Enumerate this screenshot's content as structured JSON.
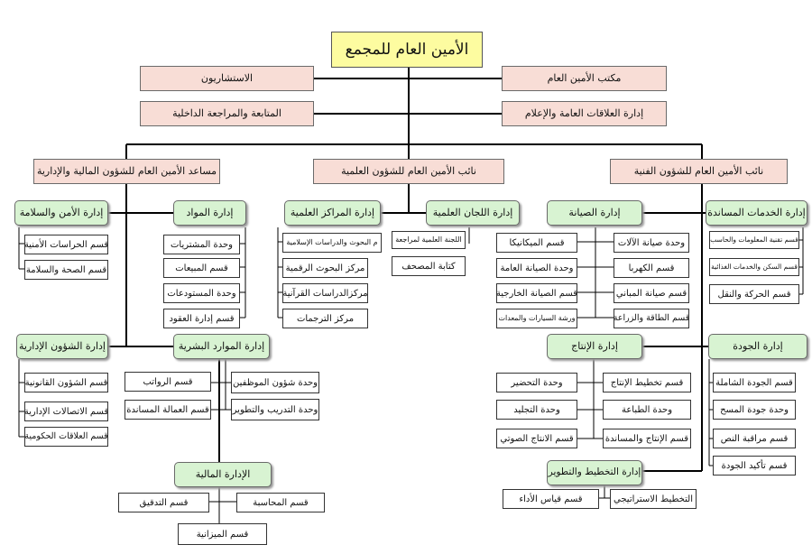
{
  "top": "الأمين العام للمجمع",
  "staff": {
    "advisors": "الاستشاريون",
    "sg_office": "مكتب الأمين العام",
    "audit": "المتابعة والمراجعة الداخلية",
    "pr": "إدارة العلاقات العامة والإعلام"
  },
  "deputies": {
    "admin": "مساعد الأمين العام للشؤون المالية والإدارية",
    "scientific": "نائب الأمين العام للشؤون العلمية",
    "technical": "نائب الأمين العام للشؤون الفنية"
  },
  "departments": {
    "security": "إدارة الأمن والسلامة",
    "materials": "إدارة المواد",
    "centers": "إدارة المراكز العلمية",
    "committees": "إدارة اللجان العلمية",
    "maintenance": "إدارة الصيانة",
    "support": "إدارة الخدمات المساندة",
    "admin_affairs": "إدارة الشؤون الإدارية",
    "hr": "إدارة الموارد البشرية",
    "production": "إدارة الإنتاج",
    "quality": "إدارة الجودة",
    "finance": "الإدارة المالية",
    "planning": "إدارة التخطيط والتطوير"
  },
  "units": {
    "security": [
      "قسم الحراسات الأمنية",
      "قسم الصحة والسلامة"
    ],
    "materials": [
      "وحدة المشتريات",
      "قسم المبيعات",
      "وحدة المستودعات",
      "قسم إدارة العقود"
    ],
    "centers": [
      "م البحوث والدراسات الإسلامية",
      "مركز البحوث الرقمية",
      "مركزالدراسات القرآنية",
      "مركز الترجمات"
    ],
    "committees": [
      "اللجنة العلمية لمراجعة",
      "كتابة المصحف"
    ],
    "maintenance_a": [
      "وحدة صيانة الآلات",
      "قسم الكهربا",
      "قسم صيانة المباني",
      "قسم الطاقة والزراعة"
    ],
    "maintenance_b": [
      "قسم الميكانيكا",
      "وحدة الصيانة العامة",
      "قسم الصيانة الخارجية",
      "ورشة السيارات والمعدات"
    ],
    "support": [
      "قسم تقنية المعلومات والحاسب",
      "قسم السكن والخدمات الغذائية",
      "قسم الحركة والنقل"
    ],
    "admin_affairs": [
      "قسم الشؤون القانونية",
      "قسم الاتصالات الإدارية",
      "قسم العلاقات الحكومية"
    ],
    "hr_a": [
      "وحدة شؤون الموظفين",
      "وحدة التدريب والتطوير"
    ],
    "hr_b": [
      "قسم الرواتب",
      "قسم العمالة المساندة"
    ],
    "production_a": [
      "قسم تخطيط الإنتاج",
      "وحدة الطباعة",
      "قسم الإنتاج والمساندة"
    ],
    "production_b": [
      "وحدة التحضير",
      "وحدة التجليد",
      "قسم الانتاج الصوتي"
    ],
    "quality": [
      "قسم الجودة الشاملة",
      "وحدة جودة المسح",
      "قسم مراقبة النص",
      "قسم تأكيد الجودة"
    ],
    "finance": [
      "قسم المحاسبة",
      "قسم التدقيق",
      "قسم الميزانية"
    ],
    "planning": [
      "التخطيط الاستراتيجي",
      "قسم قياس الأداء"
    ]
  }
}
